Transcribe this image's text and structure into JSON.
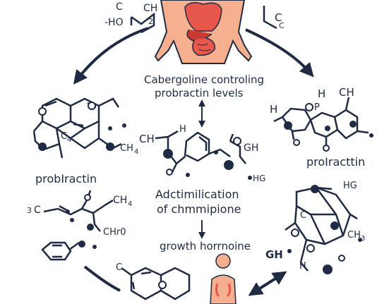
{
  "center": {
    "title_line1": "Cabergoline controling",
    "title_line2": "probractin levels",
    "mid_line1": "Adctimilication",
    "mid_line2": "of chmmipione",
    "bottom_label": "growth horrnoine"
  },
  "labels": {
    "left_molecule": "probIractin",
    "right_molecule": "proIracttin"
  },
  "atom_labels": {
    "top_left_a": "C",
    "top_left_b": "-HO",
    "top_left_c": "CH",
    "top_left_d": "2",
    "top_right_a": "C",
    "top_right_b": "C",
    "left_c4": "C",
    "left_c4_sub": "4",
    "left_ch4": "CH",
    "left_ch4_sub": "4",
    "ch_mid": "CH",
    "h_mid": "H",
    "gh_mid": "GH",
    "hg_mid": "HG",
    "right_h1": "H",
    "right_h2": "H",
    "right_ch": "CH",
    "right_p": "P",
    "bottom_left_3": "3",
    "bottom_left_c": "C",
    "bottom_left_ch4": "CH",
    "bottom_left_ch4_sub": "4",
    "bottom_left_ochr": "CHr0",
    "bottom_right_hg": "HG",
    "bottom_right_gh": "GH",
    "bottom_right_ch": "CH",
    "bottom_right_ch_sub": "3",
    "bottom_right_h": "H",
    "bottom_right_c": "C",
    "bottom_center_c": "C"
  },
  "colors": {
    "ink": "#1f2a44",
    "body_skin": "#f4a582",
    "organ_red": "#e8574b",
    "organ_dark": "#c93a30"
  },
  "icons": [
    "human-body-top-icon",
    "human-body-bottom-icon"
  ]
}
